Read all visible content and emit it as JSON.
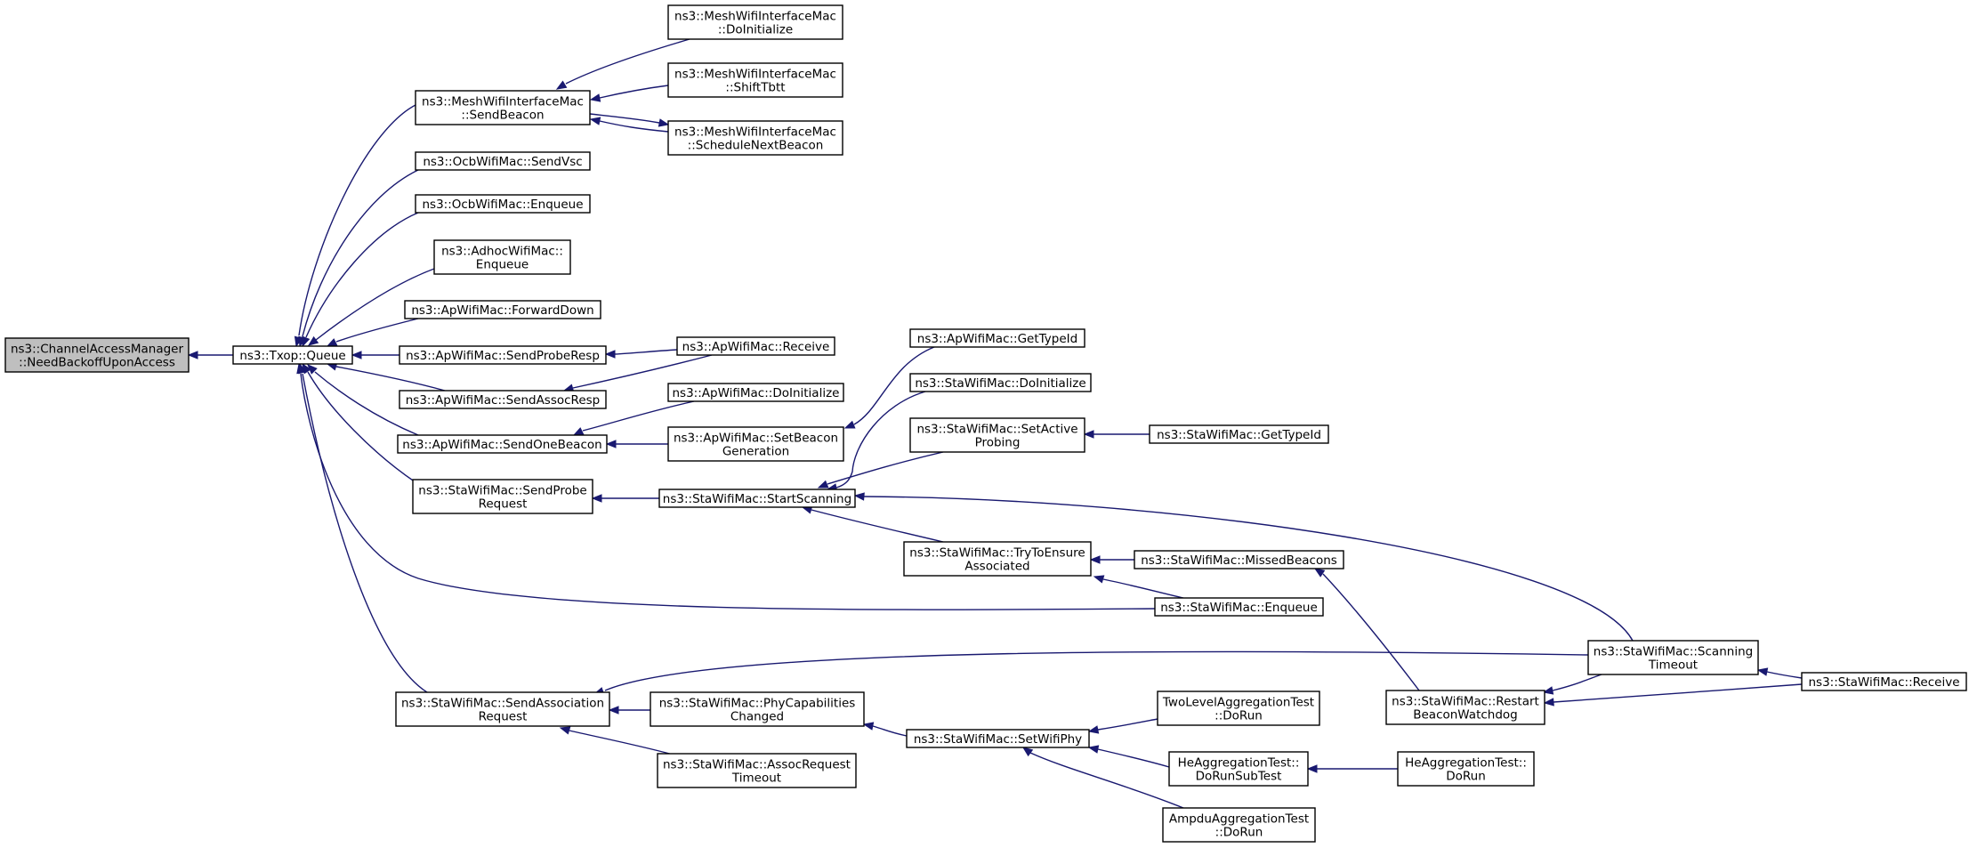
{
  "graph": {
    "direction": "right-to-left (callers on the right point to callees on the left)",
    "colors": {
      "edge": "#191970",
      "root_fill": "#bfbfbf",
      "node_fill": "#ffffff",
      "node_border": "#000000"
    },
    "nodes": [
      {
        "id": "need_backoff",
        "lines": [
          "ns3::ChannelAccessManager",
          "::NeedBackoffUponAccess"
        ],
        "root": true
      },
      {
        "id": "txop_queue",
        "lines": [
          "ns3::Txop::Queue"
        ]
      },
      {
        "id": "mesh_sendbeacon",
        "lines": [
          "ns3::MeshWifiInterfaceMac",
          "::SendBeacon"
        ]
      },
      {
        "id": "mesh_doinit",
        "lines": [
          "ns3::MeshWifiInterfaceMac",
          "::DoInitialize"
        ]
      },
      {
        "id": "mesh_shifttbtt",
        "lines": [
          "ns3::MeshWifiInterfaceMac",
          "::ShiftTbtt"
        ]
      },
      {
        "id": "mesh_schednext",
        "lines": [
          "ns3::MeshWifiInterfaceMac",
          "::ScheduleNextBeacon"
        ]
      },
      {
        "id": "ocb_sendvsc",
        "lines": [
          "ns3::OcbWifiMac::SendVsc"
        ]
      },
      {
        "id": "ocb_enqueue",
        "lines": [
          "ns3::OcbWifiMac::Enqueue"
        ]
      },
      {
        "id": "adhoc_enqueue",
        "lines": [
          "ns3::AdhocWifiMac::",
          "Enqueue"
        ]
      },
      {
        "id": "ap_forwarddown",
        "lines": [
          "ns3::ApWifiMac::ForwardDown"
        ]
      },
      {
        "id": "ap_sendproberesp",
        "lines": [
          "ns3::ApWifiMac::SendProbeResp"
        ]
      },
      {
        "id": "ap_receive",
        "lines": [
          "ns3::ApWifiMac::Receive"
        ]
      },
      {
        "id": "ap_sendassocresp",
        "lines": [
          "ns3::ApWifiMac::SendAssocResp"
        ]
      },
      {
        "id": "ap_sendonebeacon",
        "lines": [
          "ns3::ApWifiMac::SendOneBeacon"
        ]
      },
      {
        "id": "ap_doinit",
        "lines": [
          "ns3::ApWifiMac::DoInitialize"
        ]
      },
      {
        "id": "ap_setbeacongen",
        "lines": [
          "ns3::ApWifiMac::SetBeacon",
          "Generation"
        ]
      },
      {
        "id": "ap_gettypeid",
        "lines": [
          "ns3::ApWifiMac::GetTypeId"
        ]
      },
      {
        "id": "sta_sendprobereq",
        "lines": [
          "ns3::StaWifiMac::SendProbe",
          "Request"
        ]
      },
      {
        "id": "sta_startscanning",
        "lines": [
          "ns3::StaWifiMac::StartScanning"
        ]
      },
      {
        "id": "sta_doinit",
        "lines": [
          "ns3::StaWifiMac::DoInitialize"
        ]
      },
      {
        "id": "sta_setactiveprobing",
        "lines": [
          "ns3::StaWifiMac::SetActive",
          "Probing"
        ]
      },
      {
        "id": "sta_gettypeid",
        "lines": [
          "ns3::StaWifiMac::GetTypeId"
        ]
      },
      {
        "id": "sta_trytoensure",
        "lines": [
          "ns3::StaWifiMac::TryToEnsure",
          "Associated"
        ]
      },
      {
        "id": "sta_missedbeacons",
        "lines": [
          "ns3::StaWifiMac::MissedBeacons"
        ]
      },
      {
        "id": "sta_enqueue",
        "lines": [
          "ns3::StaWifiMac::Enqueue"
        ]
      },
      {
        "id": "sta_scantimeout",
        "lines": [
          "ns3::StaWifiMac::Scanning",
          "Timeout"
        ]
      },
      {
        "id": "sta_restartbw",
        "lines": [
          "ns3::StaWifiMac::Restart",
          "BeaconWatchdog"
        ]
      },
      {
        "id": "sta_receive",
        "lines": [
          "ns3::StaWifiMac::Receive"
        ]
      },
      {
        "id": "sta_sendassocreq",
        "lines": [
          "ns3::StaWifiMac::SendAssociation",
          "Request"
        ]
      },
      {
        "id": "sta_phycapchanged",
        "lines": [
          "ns3::StaWifiMac::PhyCapabilities",
          "Changed"
        ]
      },
      {
        "id": "sta_assocreqtimeout",
        "lines": [
          "ns3::StaWifiMac::AssocRequest",
          "Timeout"
        ]
      },
      {
        "id": "sta_setwifiphy",
        "lines": [
          "ns3::StaWifiMac::SetWifiPhy"
        ]
      },
      {
        "id": "twolevel_dorun",
        "lines": [
          "TwoLevelAggregationTest",
          "::DoRun"
        ]
      },
      {
        "id": "he_dorunsub",
        "lines": [
          "HeAggregationTest::",
          "DoRunSubTest"
        ]
      },
      {
        "id": "he_dorun",
        "lines": [
          "HeAggregationTest::",
          "DoRun"
        ]
      },
      {
        "id": "ampdu_dorun",
        "lines": [
          "AmpduAggregationTest",
          "::DoRun"
        ]
      }
    ],
    "edges": [
      {
        "from": "txop_queue",
        "to": "need_backoff"
      },
      {
        "from": "mesh_sendbeacon",
        "to": "txop_queue"
      },
      {
        "from": "mesh_doinit",
        "to": "mesh_sendbeacon"
      },
      {
        "from": "mesh_shifttbtt",
        "to": "mesh_sendbeacon"
      },
      {
        "from": "mesh_schednext",
        "to": "mesh_sendbeacon"
      },
      {
        "from": "mesh_sendbeacon",
        "to": "mesh_schednext"
      },
      {
        "from": "ocb_sendvsc",
        "to": "txop_queue"
      },
      {
        "from": "ocb_enqueue",
        "to": "txop_queue"
      },
      {
        "from": "adhoc_enqueue",
        "to": "txop_queue"
      },
      {
        "from": "ap_forwarddown",
        "to": "txop_queue"
      },
      {
        "from": "ap_sendproberesp",
        "to": "txop_queue"
      },
      {
        "from": "ap_receive",
        "to": "ap_sendproberesp"
      },
      {
        "from": "ap_sendassocresp",
        "to": "txop_queue"
      },
      {
        "from": "ap_receive",
        "to": "ap_sendassocresp"
      },
      {
        "from": "ap_sendonebeacon",
        "to": "txop_queue"
      },
      {
        "from": "ap_doinit",
        "to": "ap_sendonebeacon"
      },
      {
        "from": "ap_setbeacongen",
        "to": "ap_sendonebeacon"
      },
      {
        "from": "ap_gettypeid",
        "to": "ap_setbeacongen"
      },
      {
        "from": "sta_sendprobereq",
        "to": "txop_queue"
      },
      {
        "from": "sta_startscanning",
        "to": "sta_sendprobereq"
      },
      {
        "from": "sta_doinit",
        "to": "sta_startscanning"
      },
      {
        "from": "sta_setactiveprobing",
        "to": "sta_startscanning"
      },
      {
        "from": "sta_gettypeid",
        "to": "sta_setactiveprobing"
      },
      {
        "from": "sta_trytoensure",
        "to": "sta_startscanning"
      },
      {
        "from": "sta_missedbeacons",
        "to": "sta_trytoensure"
      },
      {
        "from": "sta_enqueue",
        "to": "sta_trytoensure"
      },
      {
        "from": "sta_enqueue",
        "to": "txop_queue"
      },
      {
        "from": "sta_restartbw",
        "to": "sta_missedbeacons"
      },
      {
        "from": "sta_scantimeout",
        "to": "sta_startscanning"
      },
      {
        "from": "sta_scantimeout",
        "to": "sta_restartbw"
      },
      {
        "from": "sta_receive",
        "to": "sta_scantimeout"
      },
      {
        "from": "sta_receive",
        "to": "sta_restartbw"
      },
      {
        "from": "sta_sendassocreq",
        "to": "txop_queue"
      },
      {
        "from": "sta_scantimeout",
        "to": "sta_sendassocreq"
      },
      {
        "from": "sta_phycapchanged",
        "to": "sta_sendassocreq"
      },
      {
        "from": "sta_assocreqtimeout",
        "to": "sta_sendassocreq"
      },
      {
        "from": "sta_setwifiphy",
        "to": "sta_phycapchanged"
      },
      {
        "from": "twolevel_dorun",
        "to": "sta_setwifiphy"
      },
      {
        "from": "he_dorunsub",
        "to": "sta_setwifiphy"
      },
      {
        "from": "he_dorun",
        "to": "he_dorunsub"
      },
      {
        "from": "ampdu_dorun",
        "to": "sta_setwifiphy"
      }
    ]
  }
}
